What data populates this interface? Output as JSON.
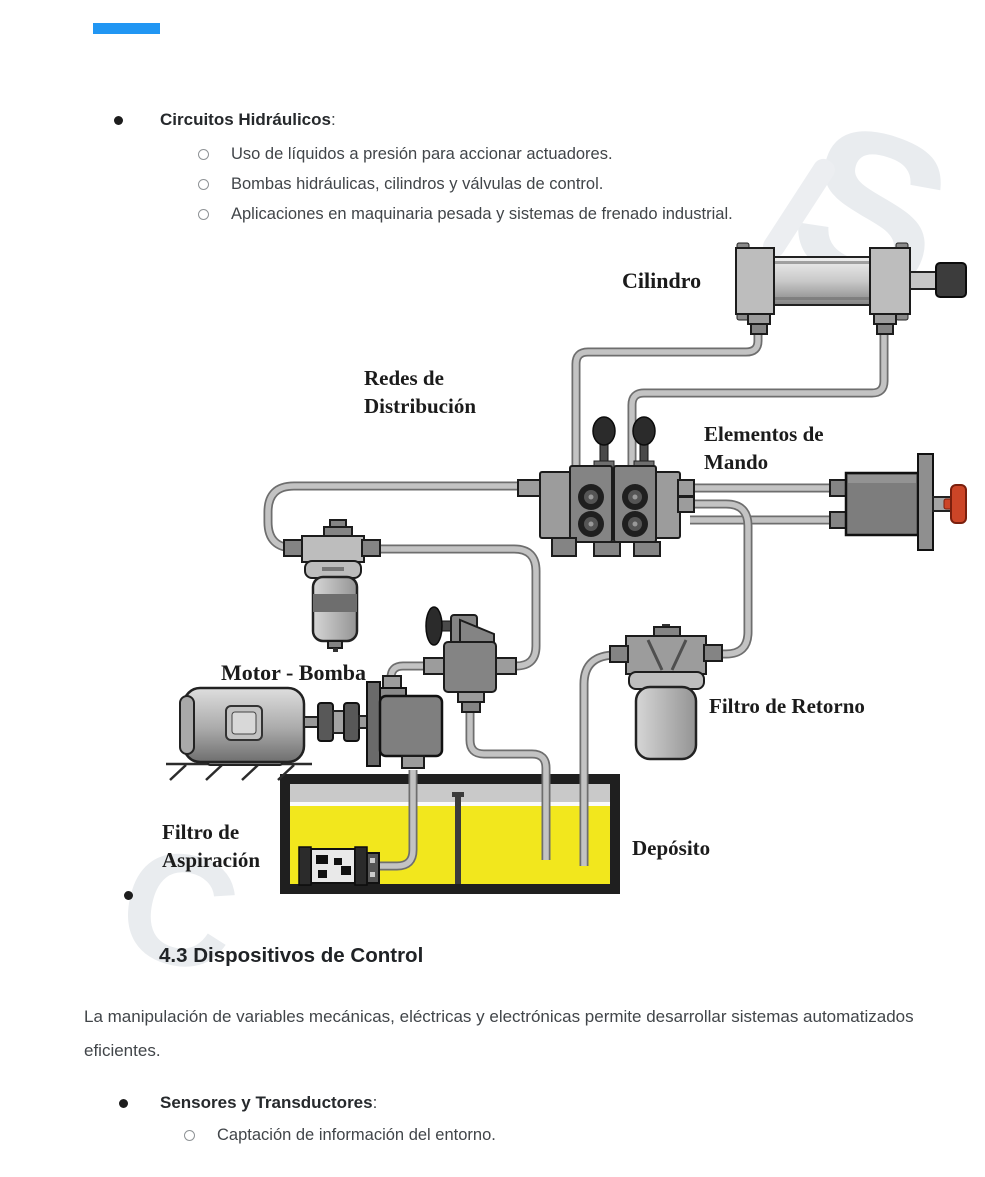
{
  "page": {
    "accent_bar_color": "#2196f3"
  },
  "watermark": {
    "letter_top": "S",
    "letter_bottom": "C",
    "color": "#e9ecef"
  },
  "section1": {
    "title": "Circuitos Hidráulicos",
    "suffix": ":",
    "sub_items": [
      "Uso de líquidos a presión para accionar actuadores.",
      "Bombas hidráulicas, cilindros y válvulas de control.",
      "Aplicaciones en maquinaria pesada y sistemas de frenado industrial."
    ]
  },
  "diagram": {
    "labels": {
      "cilindro": "Cilindro",
      "redes_line1": "Redes de",
      "redes_line2": "Distribución",
      "elementos_line1": "Elementos de",
      "elementos_line2": "Mando",
      "motor_bomba": "Motor - Bomba",
      "filtro_retorno": "Filtro de Retorno",
      "filtro_aspiracion_line1": "Filtro de",
      "filtro_aspiracion_line2": "Aspiración",
      "deposito": "Depósito"
    },
    "colors": {
      "tank_fluid_yellow": "#f2e71d",
      "lever_red": "#cc4527",
      "pipe_gray": "#c3c3c3",
      "metal_gray": "#9c9c9c"
    }
  },
  "heading": "4.3 Dispositivos de Control",
  "paragraph": "La manipulación de variables mecánicas, eléctricas y electrónicas permite desarrollar sistemas automatizados eficientes.",
  "section2": {
    "title": "Sensores y Transductores",
    "suffix": ":",
    "sub_items": [
      "Captación de información del entorno."
    ]
  }
}
